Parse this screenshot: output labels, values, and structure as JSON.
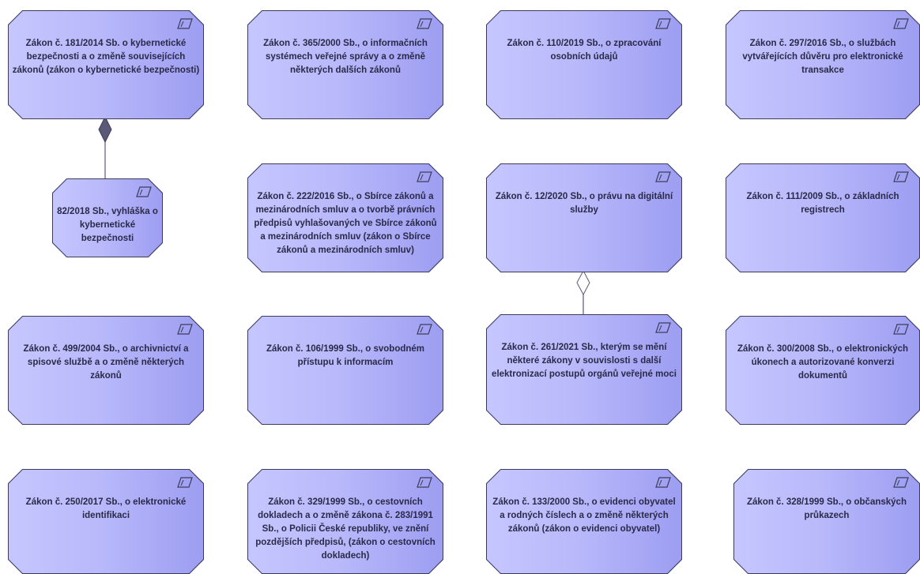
{
  "nodes": {
    "n1": "Zákon č. 181/2014 Sb. o kybernetické bezpečnosti a o změně souvisejících zákonů (zákon o kybernetické bezpečnosti)",
    "n2": "Zákon č. 365/2000 Sb., o informačních systémech veřejné správy a o změně některých dalších zákonů",
    "n3": "Zákon č. 110/2019 Sb., o zpracování osobních údajů",
    "n4": "Zákon č. 297/2016 Sb., o službách vytvářejících důvěru pro elektronické transakce",
    "n5": "82/2018 Sb., vyhláška o kybernetické bezpečnosti",
    "n6": "Zákon č. 222/2016 Sb., o Sbírce zákonů a mezinárodních smluv a o tvorbě právních předpisů vyhlašovaných ve Sbírce zákonů a mezinárodních smluv (zákon o Sbírce zákonů a mezinárodních smluv)",
    "n7": "Zákon č. 12/2020 Sb., o právu na digitální služby",
    "n8": "Zákon č. 111/2009 Sb., o základních registrech",
    "n9": "Zákon č. 499/2004 Sb., o archivnictví a spisové službě a o změně některých zákonů",
    "n10": "Zákon č. 106/1999 Sb., o svobodném přístupu k informacím",
    "n11": "Zákon č. 261/2021 Sb., kterým se mění některé zákony v souvislosti s další elektronizací postupů orgánů veřejné moci",
    "n12": "Zákon č. 300/2008 Sb., o elektronických úkonech a autorizované konverzi dokumentů",
    "n13": "Zákon č. 250/2017 Sb., o elektronické identifikaci",
    "n14": "Zákon č. 329/1999 Sb., o cestovních dokladech a o změně zákona č. 283/1991 Sb., o Policii České republiky, ve znění pozdějších předpisů, (zákon o cestovních dokladech)",
    "n15": "Zákon č. 133/2000 Sb., o evidenci obyvatel a rodných číslech a o změně některých zákonů (zákon o evidenci obyvatel)",
    "n16": "Zákon č. 328/1999 Sb., o občanských průkazech"
  },
  "colors": {
    "fill_light": "#c6c6ff",
    "fill_dark": "#9d9df2",
    "border": "#3c3c5a",
    "text": "#2a2a48",
    "connector": "#5a5a78"
  },
  "icon": "representation-icon",
  "relations": [
    {
      "from": "n1",
      "to": "n5",
      "type": "composition"
    },
    {
      "from": "n7",
      "to": "n11",
      "type": "aggregation"
    }
  ]
}
